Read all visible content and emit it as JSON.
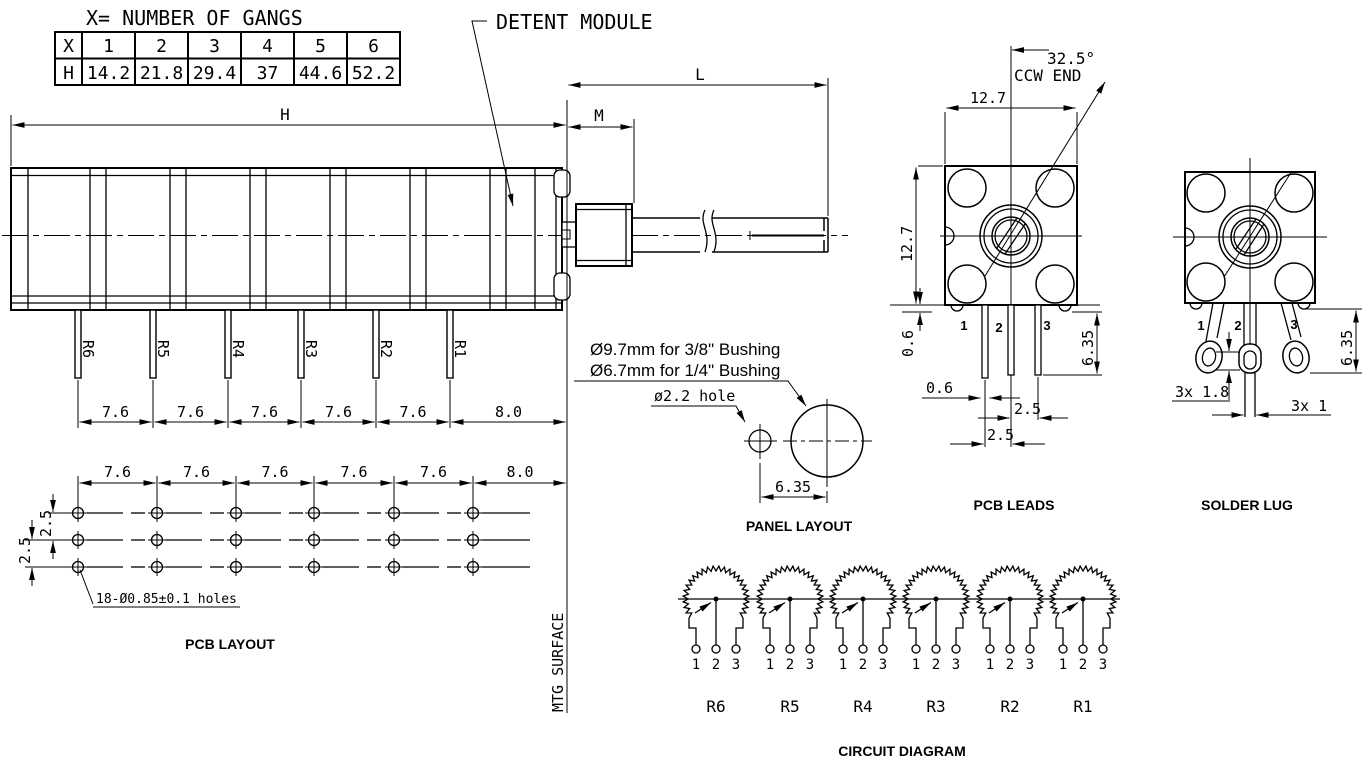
{
  "drawing_line_color": "#000000",
  "background_color": "#ffffff",
  "gang_table": {
    "title": "X= NUMBER OF GANGS",
    "row_x": {
      "header": "X",
      "values": [
        "1",
        "2",
        "3",
        "4",
        "5",
        "6"
      ]
    },
    "row_h": {
      "header": "H",
      "values": [
        "14.2",
        "21.8",
        "29.4",
        "37",
        "44.6",
        "52.2"
      ]
    }
  },
  "side_view": {
    "detent_label": "DETENT MODULE",
    "dim_h": "H",
    "dim_l": "L",
    "dim_m": "M",
    "pin_labels": [
      "R6",
      "R5",
      "R4",
      "R3",
      "R2",
      "R1"
    ],
    "pin_spacings": [
      "7.6",
      "7.6",
      "7.6",
      "7.6",
      "7.6",
      "8.0"
    ],
    "mtg_surface": "MTG SURFACE"
  },
  "pcb_layout": {
    "spacings": [
      "7.6",
      "7.6",
      "7.6",
      "7.6",
      "7.6",
      "8.0"
    ],
    "vdim_top": "2.5",
    "vdim_bottom": "2.5",
    "holes_note": "18-Ø0.85±0.1 holes",
    "caption": "PCB LAYOUT"
  },
  "panel_layout": {
    "bushing_note_1": "Ø9.7mm for 3/8\" Bushing",
    "bushing_note_2": "Ø6.7mm for 1/4\" Bushing",
    "hole_note": "ø2.2 hole",
    "dim_spacing": "6.35",
    "caption": "PANEL LAYOUT"
  },
  "pcb_leads": {
    "angle": "32.5°",
    "angle_ref": "CCW END",
    "dim_width": "12.7",
    "dim_height": "12.7",
    "dim_standoff": "0.6",
    "dim_pin_length": "6.35",
    "dim_pin_width": "0.6",
    "dim_pitch_23": "2.5",
    "dim_pitch_12": "2.5",
    "pin_numbers": [
      "1",
      "2",
      "3"
    ],
    "caption": "PCB LEADS"
  },
  "solder_lug": {
    "dim_lug_length": "6.35",
    "dim_hole": "3x 1.8",
    "dim_lug_width": "3x 1",
    "pin_numbers": [
      "1",
      "2",
      "3"
    ],
    "caption": "SOLDER LUG"
  },
  "circuit_diagram": {
    "pots": [
      {
        "label": "R6",
        "pins": [
          "1",
          "2",
          "3"
        ]
      },
      {
        "label": "R5",
        "pins": [
          "1",
          "2",
          "3"
        ]
      },
      {
        "label": "R4",
        "pins": [
          "1",
          "2",
          "3"
        ]
      },
      {
        "label": "R3",
        "pins": [
          "1",
          "2",
          "3"
        ]
      },
      {
        "label": "R2",
        "pins": [
          "1",
          "2",
          "3"
        ]
      },
      {
        "label": "R1",
        "pins": [
          "1",
          "2",
          "3"
        ]
      }
    ],
    "caption": "CIRCUIT DIAGRAM"
  }
}
